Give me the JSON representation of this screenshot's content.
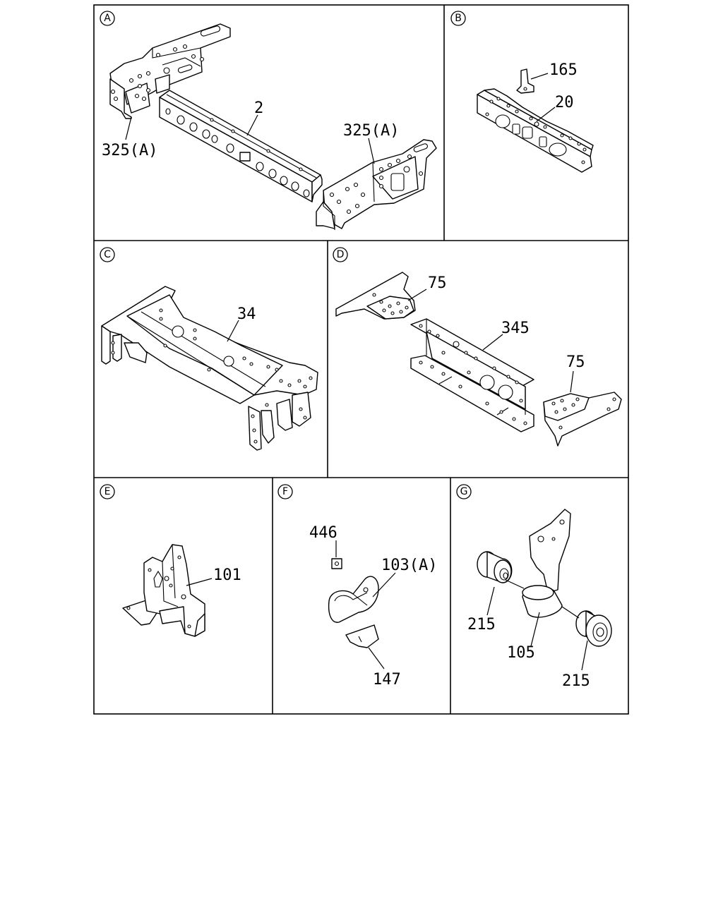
{
  "panels": {
    "a": {
      "badge": "A",
      "labels": {
        "part_2": "2",
        "part_325a_left": "325(A)",
        "part_325a_right": "325(A)"
      }
    },
    "b": {
      "badge": "B",
      "labels": {
        "part_165": "165",
        "part_20": "20"
      }
    },
    "c": {
      "badge": "C",
      "labels": {
        "part_34": "34"
      }
    },
    "d": {
      "badge": "D",
      "labels": {
        "part_75_top": "75",
        "part_345": "345",
        "part_75_bottom": "75"
      }
    },
    "e": {
      "badge": "E",
      "labels": {
        "part_101": "101"
      }
    },
    "f": {
      "badge": "F",
      "labels": {
        "part_446": "446",
        "part_103a": "103(A)",
        "part_147": "147"
      }
    },
    "g": {
      "badge": "G",
      "labels": {
        "part_215_left": "215",
        "part_105": "105",
        "part_215_right": "215"
      }
    }
  }
}
